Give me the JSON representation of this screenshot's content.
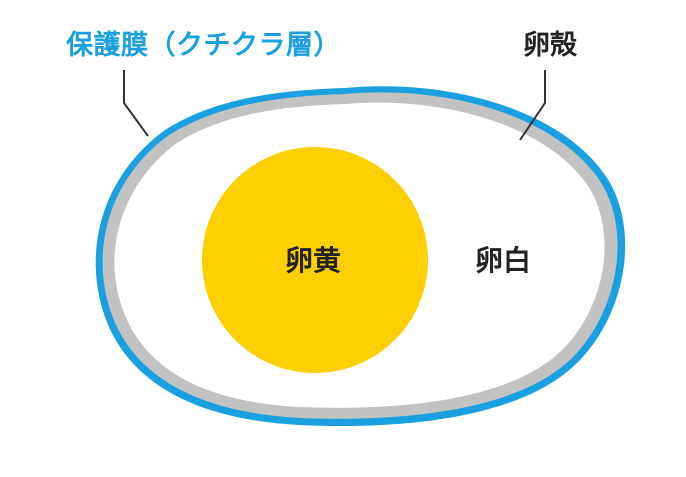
{
  "labels": {
    "cuticle": "保護膜（クチクラ層）",
    "shell": "卵殻",
    "yolk": "卵黄",
    "white": "卵白"
  },
  "colors": {
    "cuticle": "#1a9fe0",
    "shell": "#c2c2c2",
    "yolk": "#fccf00",
    "white": "#ffffff",
    "text": "#222222",
    "leader": "#333333"
  }
}
